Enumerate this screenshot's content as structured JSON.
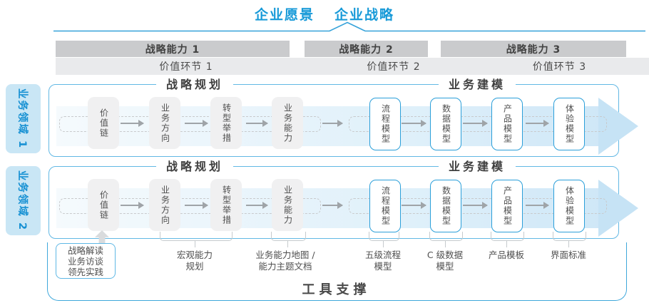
{
  "colors": {
    "accent_blue": "#189AD8",
    "light_blue_fill": "#C9E6F5",
    "bar_gray": "#CACBCD",
    "band_gray": "#E9EAEC",
    "box_gray": "#F0F0F1",
    "flow_arrow_blue": "#C6E3F5",
    "frame_blue": "#3FA8DB",
    "text_dark": "#4A4A4A"
  },
  "header": {
    "vision": "企业愿景",
    "strategy": "企业战略"
  },
  "capabilities": [
    {
      "label": "战略能力 1"
    },
    {
      "label": "战略能力 2"
    },
    {
      "label": "战略能力 3"
    }
  ],
  "value_chain": [
    {
      "label": "价值环节 1"
    },
    {
      "label": "价值环节 2"
    },
    {
      "label": "价值环节 3"
    }
  ],
  "domains": [
    {
      "label": "业务领域 1"
    },
    {
      "label": "业务领域 2"
    }
  ],
  "rows": [
    {
      "planning_title": "战略规划",
      "modeling_title": "业务建模",
      "gray_boxes": [
        "价值链",
        "业务方向",
        "转型举措",
        "业务能力"
      ],
      "blue_boxes": [
        "流程模型",
        "数据模型",
        "产品模型",
        "体验模型"
      ]
    },
    {
      "planning_title": "战略规划",
      "modeling_title": "业务建模",
      "gray_boxes": [
        "价值链",
        "业务方向",
        "转型举措",
        "业务能力"
      ],
      "blue_boxes": [
        "流程模型",
        "数据模型",
        "产品模型",
        "体验模型"
      ]
    }
  ],
  "annotations": {
    "practice_box": [
      "战略解读",
      "业务访谈",
      "领先实践"
    ],
    "notes": [
      {
        "line1": "宏观能力",
        "line2": "规划"
      },
      {
        "line1": "业务能力地图 /",
        "line2": "能力主题文档"
      },
      {
        "line1": "五级流程",
        "line2": "模型"
      },
      {
        "line1": "C 级数据",
        "line2": "模型"
      },
      {
        "line1": "产品模板",
        "line2": ""
      },
      {
        "line1": "界面标准",
        "line2": ""
      }
    ]
  },
  "footer": {
    "label": "工具支撑"
  }
}
